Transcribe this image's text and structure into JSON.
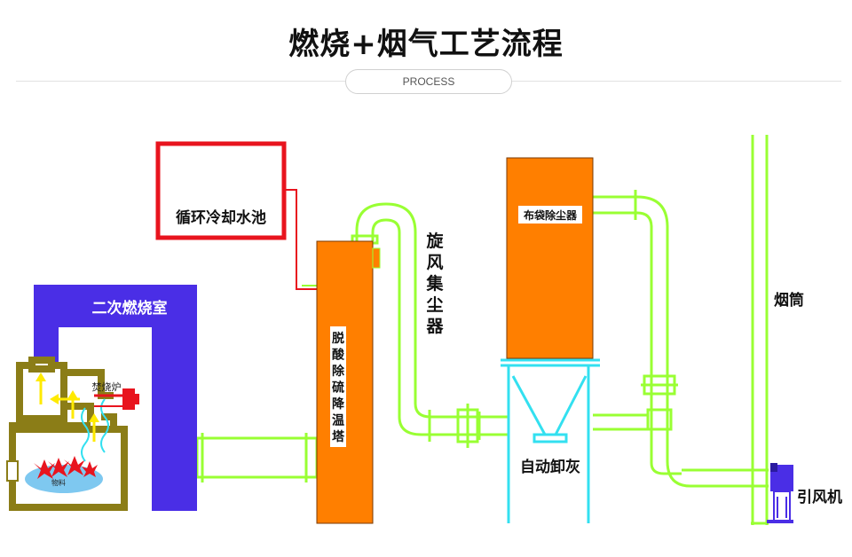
{
  "header": {
    "title": "燃烧+烟气工艺流程",
    "subtitle": "PROCESS"
  },
  "diagram": {
    "cooling_pool": "循环冷却水池",
    "secondary_chamber": "二次燃烧室",
    "incinerator": "焚烧炉",
    "material": "物料",
    "desulfurization_tower": [
      "脱",
      "酸",
      "除",
      "硫",
      "降",
      "温",
      "塔"
    ],
    "cyclone": [
      "旋",
      "风",
      "集",
      "尘",
      "器"
    ],
    "bag_filter": "布袋除尘器",
    "auto_unload": "自动卸灰",
    "chimney": "烟筒",
    "fan": "引风机"
  },
  "colors": {
    "pipe": "#99ff33",
    "orange": "#ff7f00",
    "chamber": "#4a2ee6",
    "red": "#e8141e",
    "furnace": "#8b7d17",
    "cyan": "#33e0f0",
    "yellow": "#ffea00"
  }
}
